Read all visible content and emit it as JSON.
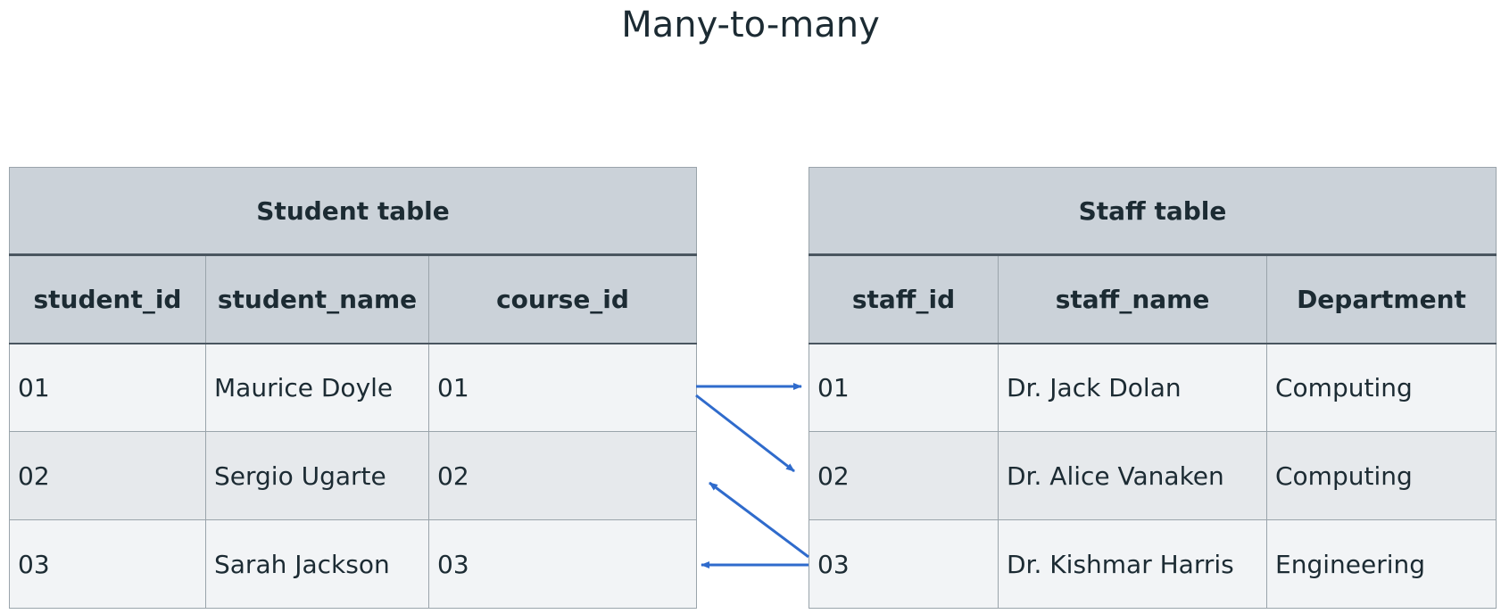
{
  "title": "Many-to-many",
  "student_table": {
    "caption": "Student table",
    "columns": [
      "student_id",
      "student_name",
      "course_id"
    ],
    "rows": [
      [
        "01",
        "Maurice Doyle",
        "01"
      ],
      [
        "02",
        "Sergio Ugarte",
        "02"
      ],
      [
        "03",
        "Sarah Jackson",
        "03"
      ]
    ]
  },
  "staff_table": {
    "caption": "Staff table",
    "columns": [
      "staff_id",
      "staff_name",
      "Department"
    ],
    "rows": [
      [
        "01",
        "Dr. Jack Dolan",
        "Computing"
      ],
      [
        "02",
        "Dr. Alice Vanaken",
        "Computing"
      ],
      [
        "03",
        "Dr. Kishmar Harris",
        "Engineering"
      ]
    ]
  },
  "arrow_color": "#2f6bcc"
}
